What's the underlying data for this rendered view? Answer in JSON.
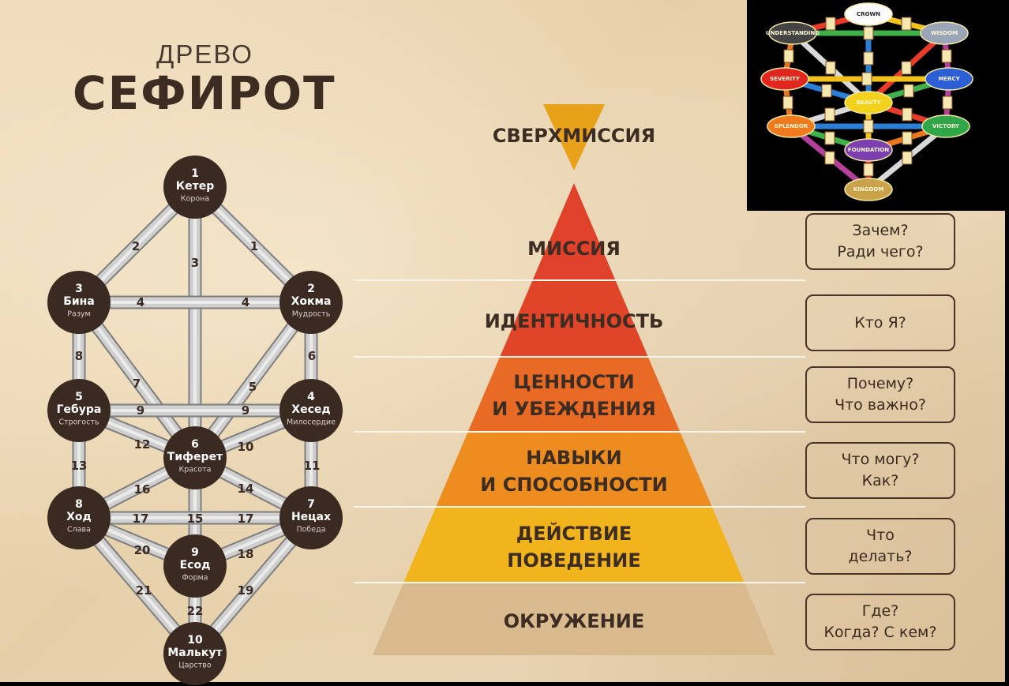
{
  "title": {
    "line1": "ДРЕВО",
    "line2": "СЕФИРОТ"
  },
  "colors": {
    "node": "#3a2a22",
    "path": "#cfcfcf",
    "text_dark": "#3c2c22",
    "levels": [
      "#e8a21a",
      "#e0412a",
      "#e0452a",
      "#e86a25",
      "#ee8d1f",
      "#f1b41d",
      "#d9b98e"
    ]
  },
  "sefirot": [
    {
      "id": "1",
      "name": "Кетер",
      "meaning": "Корона"
    },
    {
      "id": "2",
      "name": "Хокма",
      "meaning": "Мудрость"
    },
    {
      "id": "3",
      "name": "Бина",
      "meaning": "Разум"
    },
    {
      "id": "4",
      "name": "Хесед",
      "meaning": "Милосердие"
    },
    {
      "id": "5",
      "name": "Гебура",
      "meaning": "Строгость"
    },
    {
      "id": "6",
      "name": "Тиферет",
      "meaning": "Красота"
    },
    {
      "id": "7",
      "name": "Нецах",
      "meaning": "Победа"
    },
    {
      "id": "8",
      "name": "Ход",
      "meaning": "Слава"
    },
    {
      "id": "9",
      "name": "Есод",
      "meaning": "Форма"
    },
    {
      "id": "10",
      "name": "Малькут",
      "meaning": "Царство"
    }
  ],
  "paths": [
    {
      "from": "1",
      "to": "2",
      "label": "1"
    },
    {
      "from": "1",
      "to": "3",
      "label": "2"
    },
    {
      "from": "1",
      "to": "6",
      "label": "3"
    },
    {
      "from": "3",
      "to": "2",
      "label": "4"
    },
    {
      "from": "2",
      "to": "6",
      "label": "5"
    },
    {
      "from": "2",
      "to": "4",
      "label": "6"
    },
    {
      "from": "3",
      "to": "6",
      "label": "7"
    },
    {
      "from": "3",
      "to": "5",
      "label": "8"
    },
    {
      "from": "5",
      "to": "4",
      "label": "9"
    },
    {
      "from": "4",
      "to": "6",
      "label": "10"
    },
    {
      "from": "4",
      "to": "7",
      "label": "11"
    },
    {
      "from": "5",
      "to": "6",
      "label": "12"
    },
    {
      "from": "5",
      "to": "8",
      "label": "13"
    },
    {
      "from": "6",
      "to": "7",
      "label": "14"
    },
    {
      "from": "6",
      "to": "9",
      "label": "15"
    },
    {
      "from": "6",
      "to": "8",
      "label": "16"
    },
    {
      "from": "8",
      "to": "7",
      "label": "17"
    },
    {
      "from": "7",
      "to": "9",
      "label": "18"
    },
    {
      "from": "7",
      "to": "10",
      "label": "19"
    },
    {
      "from": "8",
      "to": "9",
      "label": "20"
    },
    {
      "from": "8",
      "to": "10",
      "label": "21"
    },
    {
      "from": "9",
      "to": "10",
      "label": "22"
    }
  ],
  "duplicate_path_labels": [
    "4",
    "9",
    "17"
  ],
  "pyramid": {
    "levels": [
      {
        "key": "supermission",
        "lines": [
          "СВЕРХМИССИЯ"
        ]
      },
      {
        "key": "mission",
        "lines": [
          "МИССИЯ"
        ]
      },
      {
        "key": "identity",
        "lines": [
          "ИДЕНТИЧНОСТЬ"
        ]
      },
      {
        "key": "values",
        "lines": [
          "ЦЕННОСТИ",
          "И УБЕЖДЕНИЯ"
        ]
      },
      {
        "key": "skills",
        "lines": [
          "НАВЫКИ",
          "И СПОСОБНОСТИ"
        ]
      },
      {
        "key": "action",
        "lines": [
          "ДЕЙСТВИЕ",
          "ПОВЕДЕНИЕ"
        ]
      },
      {
        "key": "environment",
        "lines": [
          "ОКРУЖЕНИЕ"
        ]
      }
    ]
  },
  "questions": [
    {
      "level": "mission",
      "lines": [
        "Зачем?",
        "Ради чего?"
      ]
    },
    {
      "level": "identity",
      "lines": [
        "Кто Я?"
      ]
    },
    {
      "level": "values",
      "lines": [
        "Почему?",
        "Что важно?"
      ]
    },
    {
      "level": "skills",
      "lines": [
        "Что могу?",
        "Как?"
      ]
    },
    {
      "level": "action",
      "lines": [
        "Что",
        "делать?"
      ]
    },
    {
      "level": "environment",
      "lines": [
        "Где?",
        "Когда? С кем?"
      ]
    }
  ],
  "tarot_tree": {
    "labels": [
      "CROWN",
      "UNDERSTANDING",
      "WISDOM",
      "SEVERITY",
      "MERCY",
      "BEAUTY",
      "SPLENDOR",
      "VICTORY",
      "FOUNDATION",
      "KINGDOM"
    ],
    "sphere_colors": [
      "#ffffff",
      "#444444",
      "#9aa6b8",
      "#e0261f",
      "#2c5fd6",
      "#f2d21c",
      "#f07a1d",
      "#2fa64a",
      "#7b3fb0",
      "#c9a24a"
    ]
  }
}
